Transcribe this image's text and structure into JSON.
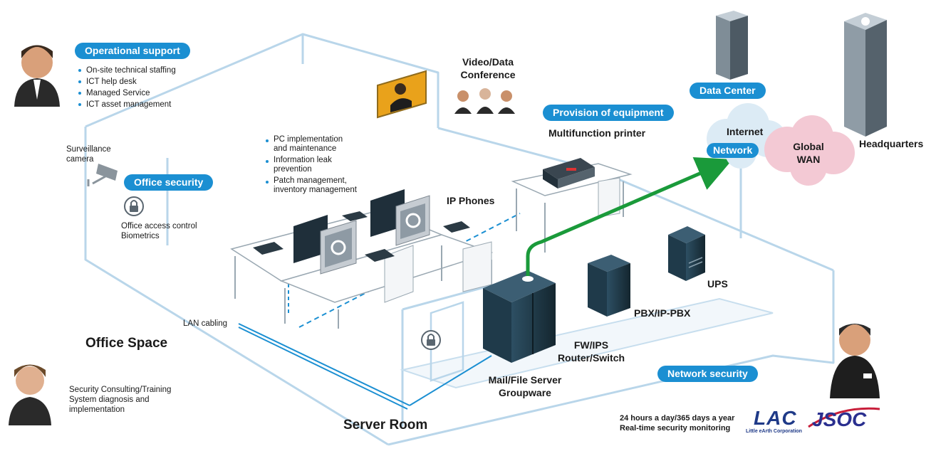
{
  "badges": {
    "operational_support": "Operational support",
    "office_security": "Office security",
    "provision_of_equipment": "Provision of equipment",
    "data_center": "Data Center",
    "network": "Network",
    "network_security": "Network security"
  },
  "operational_support_items": [
    "On-site technical staffing",
    "ICT help desk",
    "Managed Service",
    "ICT asset management"
  ],
  "pc_items": [
    "PC implementation\nand maintenance",
    "Information leak\nprevention",
    "Patch management,\ninventory management"
  ],
  "labels": {
    "video_conf": "Video/Data\nConference",
    "multifunction_printer": "Multifunction printer",
    "internet": "Internet",
    "global_wan": "Global\nWAN",
    "headquarters": "Headquarters",
    "surveillance_camera": "Surveillance\ncamera",
    "office_access": "Office access control\nBiometrics",
    "ip_phones": "IP Phones",
    "ups": "UPS",
    "pbx": "PBX/IP-PBX",
    "fw_router": "FW/IPS\nRouter/Switch",
    "mail_server": "Mail/File Server\nGroupware",
    "lan_cabling": "LAN cabling",
    "office_space": "Office Space",
    "server_room": "Server Room",
    "security_consulting": "Security Consulting/Training\nSystem diagnosis and\nimplementation",
    "monitoring": "24 hours a day/365 days a year\nReal-time security monitoring"
  },
  "logos": {
    "lac": "LAC",
    "lac_sub": "Little eArth Corporation",
    "jsoc": "JSOC"
  },
  "colors": {
    "accent": "#1b8fd2",
    "room_outline": "#b9d6ea",
    "server": "#1f3a4a",
    "uplink": "#1a9a3a",
    "cloud": "#dcebf5",
    "cloud_pink": "#f3c9d4"
  }
}
